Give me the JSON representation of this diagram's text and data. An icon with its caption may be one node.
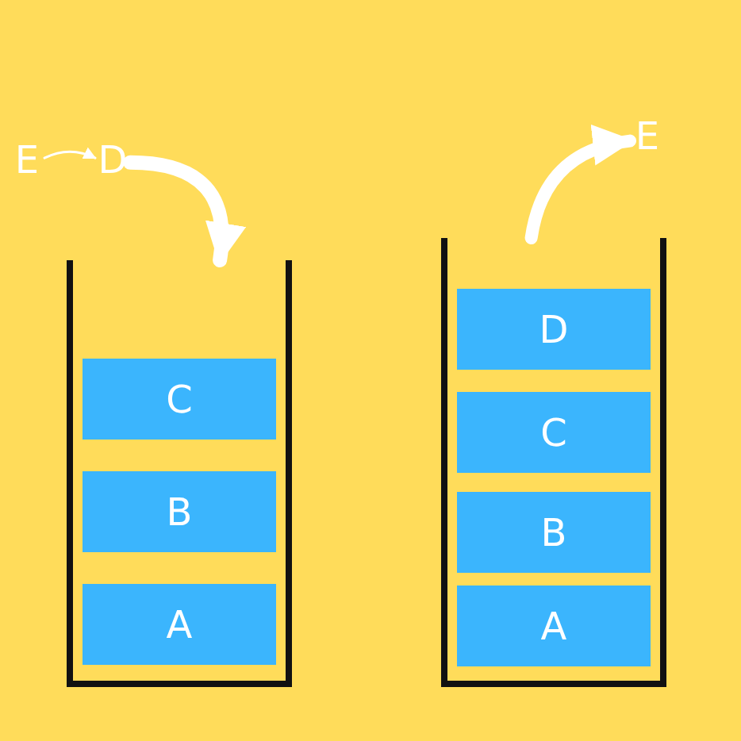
{
  "diagram": {
    "nodes": [
      {
        "text": [
          "E"
        ]
      },
      {
        "text": [
          "D"
        ]
      },
      {
        "text": [],
        "shape": "box"
      },
      {
        "text": [
          "C"
        ],
        "in": 2
      },
      {
        "text": [
          "B"
        ],
        "in": 2
      },
      {
        "text": [
          "A"
        ],
        "in": 2
      },
      {
        "text": [
          "E"
        ]
      },
      {
        "text": [],
        "shape": "box"
      },
      {
        "text": [
          "D"
        ],
        "in": 7
      },
      {
        "text": [
          "C"
        ],
        "in": 7
      },
      {
        "text": [
          "B"
        ],
        "in": 7
      },
      {
        "text": [
          "A"
        ],
        "in": 7
      }
    ],
    "edges": [
      {
        "from": 0,
        "to": 1,
        "arrow": "to"
      },
      {
        "from": 1,
        "to": 2,
        "arrow": "to"
      },
      {
        "from": 7,
        "to": 6,
        "arrow": "to"
      }
    ]
  }
}
